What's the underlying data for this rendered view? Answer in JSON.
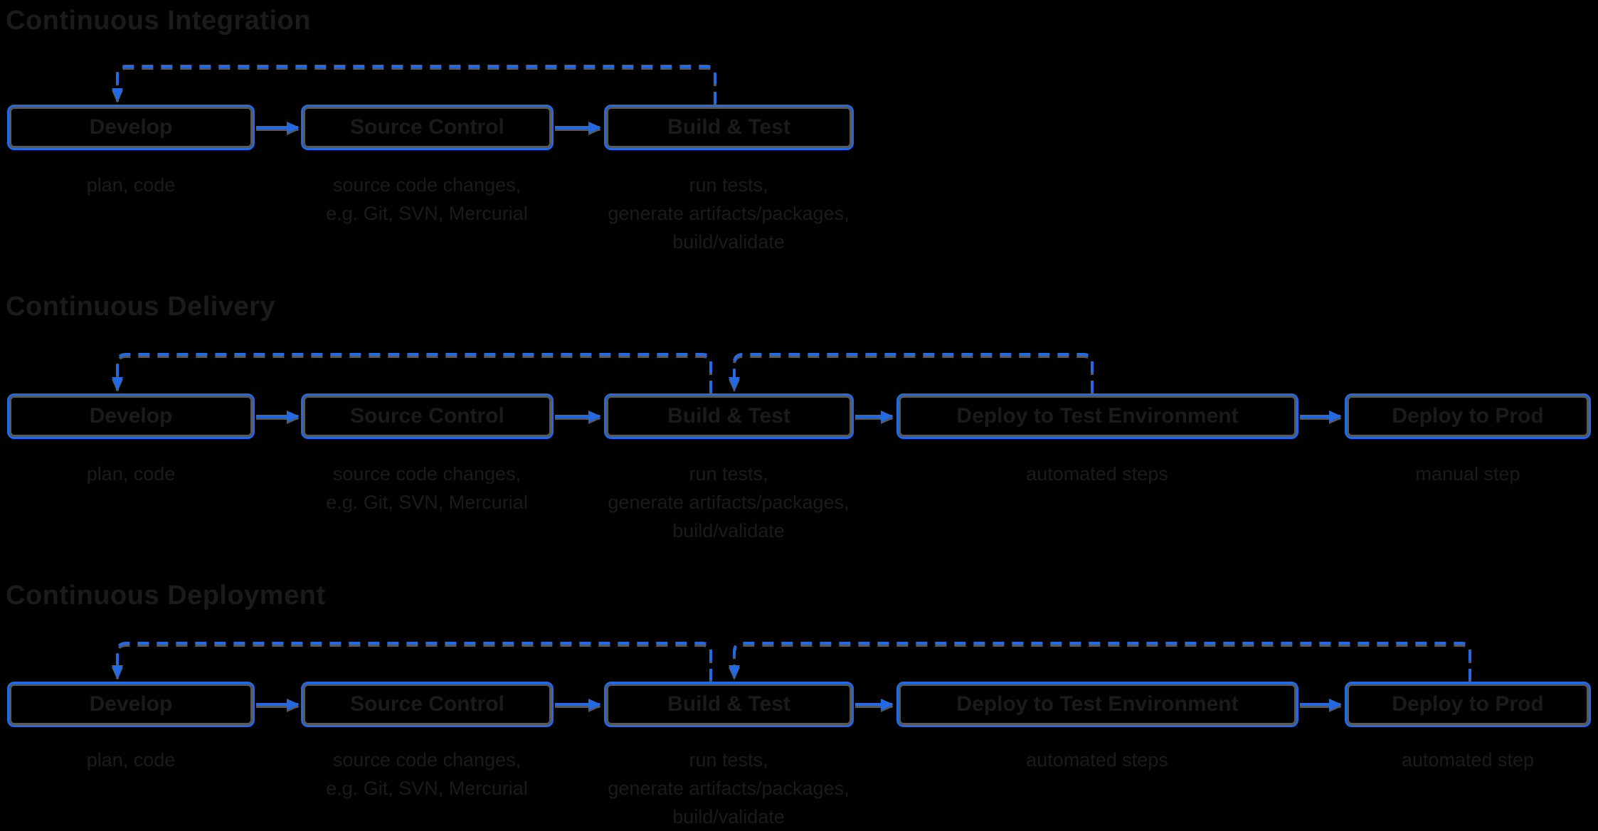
{
  "colors": {
    "background": "#000000",
    "accent_blue": "#2269e3",
    "shadow_gray": "#59595b",
    "text_dark": "#1b1b1d"
  },
  "sections": [
    {
      "title": "Continuous Integration",
      "stages": {
        "develop": {
          "label": "Develop",
          "caption": {
            "0": "plan, code"
          }
        },
        "source": {
          "label": "Source Control",
          "caption": {
            "0": "source code changes,",
            "1": "e.g. Git, SVN, Mercurial"
          }
        },
        "build": {
          "label": "Build & Test",
          "caption": {
            "0": "run tests,",
            "1": "generate artifacts/packages,",
            "2": "build/validate"
          }
        }
      }
    },
    {
      "title": "Continuous Delivery",
      "stages": {
        "develop": {
          "label": "Develop",
          "caption": {
            "0": "plan, code"
          }
        },
        "source": {
          "label": "Source Control",
          "caption": {
            "0": "source code changes,",
            "1": "e.g. Git, SVN, Mercurial"
          }
        },
        "build": {
          "label": "Build & Test",
          "caption": {
            "0": "run tests,",
            "1": "generate artifacts/packages,",
            "2": "build/validate"
          }
        },
        "deploy_test": {
          "label": "Deploy to Test Environment",
          "caption": {
            "0": "automated steps"
          }
        },
        "deploy_prod": {
          "label": "Deploy to Prod",
          "caption": {
            "0": "manual step"
          }
        }
      }
    },
    {
      "title": "Continuous Deployment",
      "stages": {
        "develop": {
          "label": "Develop",
          "caption": {
            "0": "plan, code"
          }
        },
        "source": {
          "label": "Source Control",
          "caption": {
            "0": "source code changes,",
            "1": "e.g. Git, SVN, Mercurial"
          }
        },
        "build": {
          "label": "Build & Test",
          "caption": {
            "0": "run tests,",
            "1": "generate artifacts/packages,",
            "2": "build/validate"
          }
        },
        "deploy_test": {
          "label": "Deploy to Test Environment",
          "caption": {
            "0": "automated steps"
          }
        },
        "deploy_prod": {
          "label": "Deploy to Prod",
          "caption": {
            "0": "automated step"
          }
        }
      }
    }
  ]
}
